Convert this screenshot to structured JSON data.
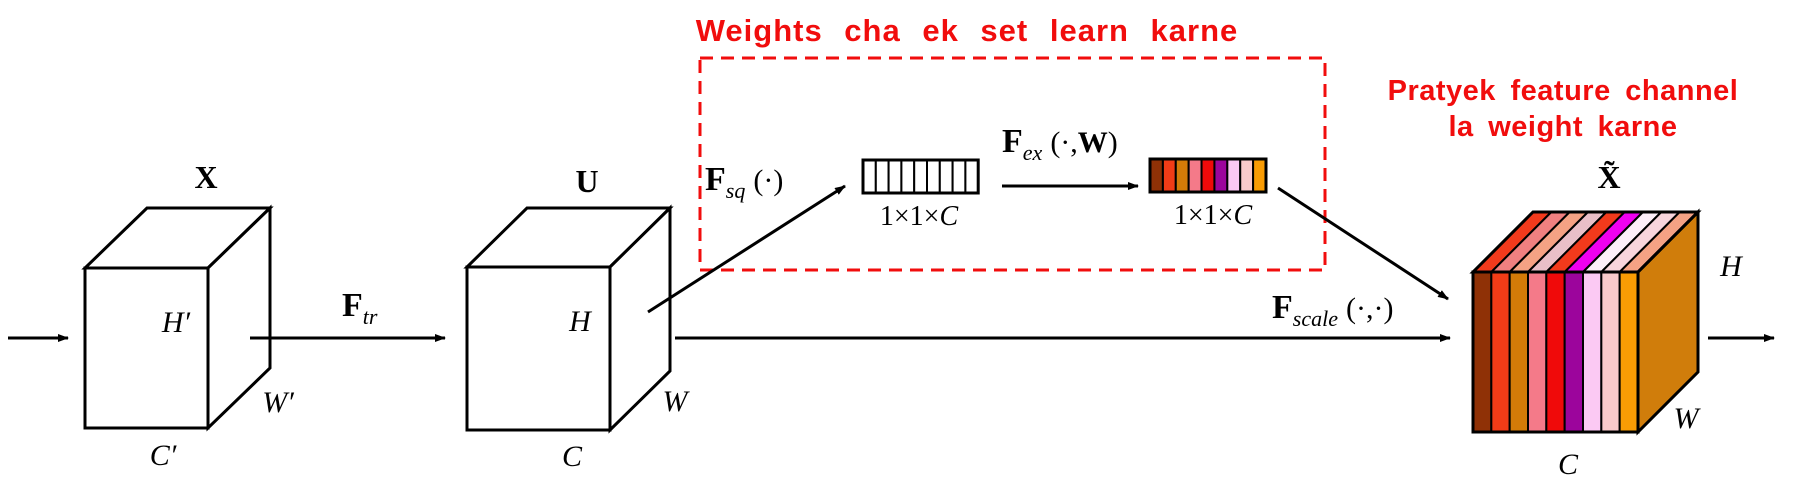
{
  "figure": {
    "title_note": "Weights cha ek set learn karne",
    "scale_note_line1": "Pratyek feature channel",
    "scale_note_line2": "la weight karne"
  },
  "colors": {
    "annotation_red": "#F10D0D",
    "line_black": "#000000",
    "channel_colors": [
      "#8F3106",
      "#F23C17",
      "#D47B08",
      "#F47A89",
      "#F00A0A",
      "#9C059C",
      "#FBC9F3",
      "#F9CACB",
      "#F99C04"
    ],
    "cube_top_colors": [
      "#F23A1C",
      "#F08080",
      "#F5A284",
      "#E9BFC8",
      "#F23A1C",
      "#F000F0",
      "#FDEFF9",
      "#F8D5DC",
      "#F5A284"
    ],
    "cube_side_color": "#D07D0B"
  },
  "tensors": {
    "input": {
      "symbol": "X",
      "height": "H′",
      "width": "W′",
      "channels": "C′"
    },
    "transformed": {
      "symbol": "U",
      "height": "H",
      "width": "W",
      "channels": "C"
    },
    "output": {
      "symbol": "X̃",
      "height": "H",
      "width": "W",
      "channels": "C"
    }
  },
  "operations": {
    "transform": {
      "f": "F",
      "sub": "tr"
    },
    "squeeze": {
      "f": "F",
      "sub": "sq",
      "args": "(·)"
    },
    "excitation": {
      "f": "F",
      "sub": "ex",
      "args_open": "(·,",
      "weight_symbol": "W",
      "args_close": ")"
    },
    "scale": {
      "f": "F",
      "sub": "scale",
      "args": "(·,·)"
    }
  },
  "vectors": {
    "squeezed": {
      "dims_prefix": "1×1×",
      "dims_var": "C",
      "cell_count": 9
    },
    "excited": {
      "dims_prefix": "1×1×",
      "dims_var": "C"
    }
  }
}
